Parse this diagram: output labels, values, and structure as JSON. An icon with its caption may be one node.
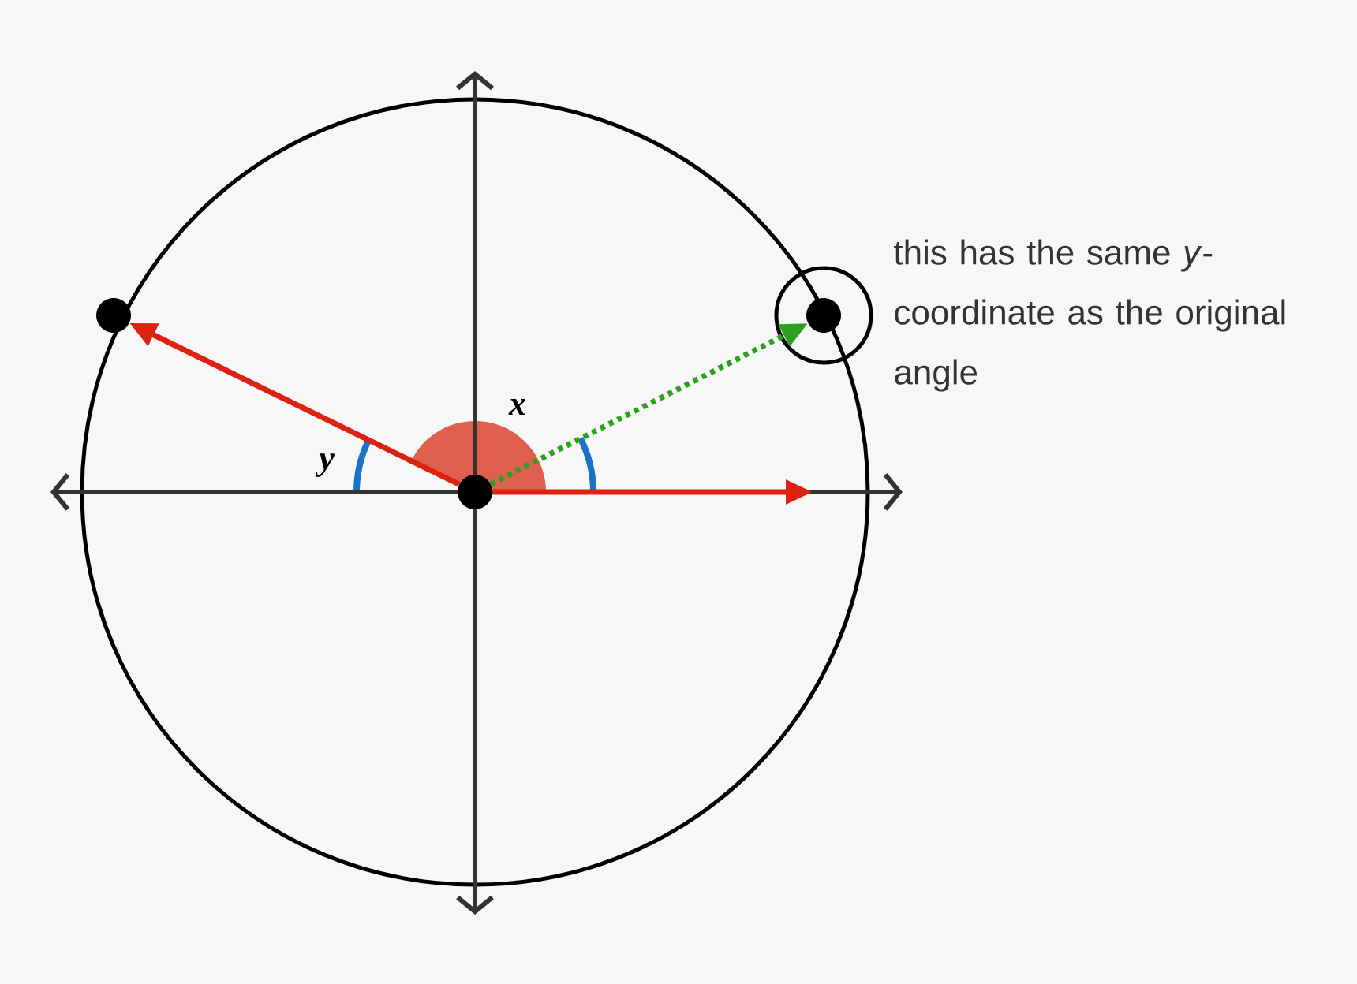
{
  "diagram": {
    "nodes": [
      {
        "text": [],
        "shape": "circle"
      },
      {
        "text": [],
        "shape": "circle"
      },
      {
        "text": [],
        "shape": "circle",
        "beside": [
          "this has the same *y*-coordinate as the original angle"
        ]
      },
      {
        "text": [],
        "shape": "circle",
        "in": 2
      }
    ],
    "edges": [
      {
        "from": 0,
        "to": 1,
        "arrow": "to"
      },
      {
        "from": 0,
        "to": 3,
        "arrow": "to",
        "style": "dashed",
        "color": "#2ba01c"
      },
      {
        "from": 0,
        "to": null,
        "arrow": "to"
      }
    ],
    "labels": [
      "x",
      "y"
    ]
  }
}
